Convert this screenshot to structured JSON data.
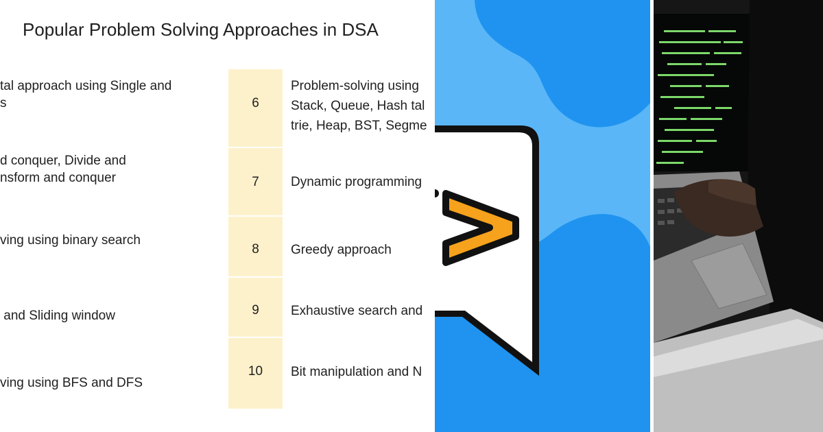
{
  "slide": {
    "title": "Popular Problem Solving Approaches in DSA",
    "left_items": [
      {
        "lines": [
          "tal approach using Single and",
          "s"
        ]
      },
      {
        "lines": [
          "d conquer, Divide and",
          "nsform and conquer"
        ]
      },
      {
        "lines": [
          "ving using binary search"
        ]
      },
      {
        "lines": [
          " and Sliding window"
        ]
      },
      {
        "lines": [
          "ving using BFS and DFS"
        ]
      }
    ],
    "right_items": [
      {
        "number": "6",
        "lines": [
          "Problem-solving using",
          "Stack, Queue, Hash tal",
          "trie, Heap, BST, Segme"
        ]
      },
      {
        "number": "7",
        "lines": [
          "Dynamic programming"
        ]
      },
      {
        "number": "8",
        "lines": [
          "Greedy approach"
        ]
      },
      {
        "number": "9",
        "lines": [
          "Exhaustive search and"
        ]
      },
      {
        "number": "10",
        "lines": [
          "Bit manipulation and N"
        ]
      }
    ]
  },
  "logo": {
    "icon": "chevron-speech-bubble-icon",
    "colors": {
      "background": "#5ab6f7",
      "blob": "#1f93ef",
      "bubble": "#ffffff",
      "outline": "#111111",
      "chevron": "#f6a21d"
    }
  },
  "photo": {
    "subject": "hands typing on laptop with green terminal code",
    "colors": {
      "screen_text": "#7dd96a",
      "laptop": "#8a8a8a",
      "dark": "#161616"
    }
  }
}
